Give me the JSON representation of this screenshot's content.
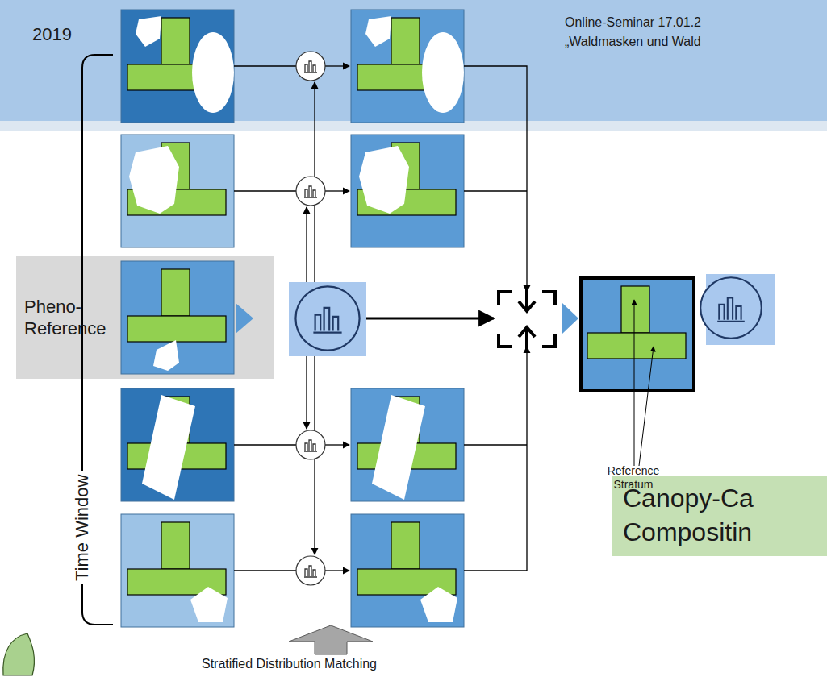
{
  "diagram": {
    "nodes": [
      {
        "text": [
          "Online-Seminar 17.01.2",
          "„Waldmasken und Wald"
        ]
      },
      {
        "text": [
          "Pheno- Reference"
        ]
      },
      {
        "text": [
          "Canopy-Ca Compositin"
        ]
      }
    ],
    "labels": [
      "2019",
      "Time Window",
      "Reference Stratum",
      "Stratified Distribution Matching"
    ]
  }
}
